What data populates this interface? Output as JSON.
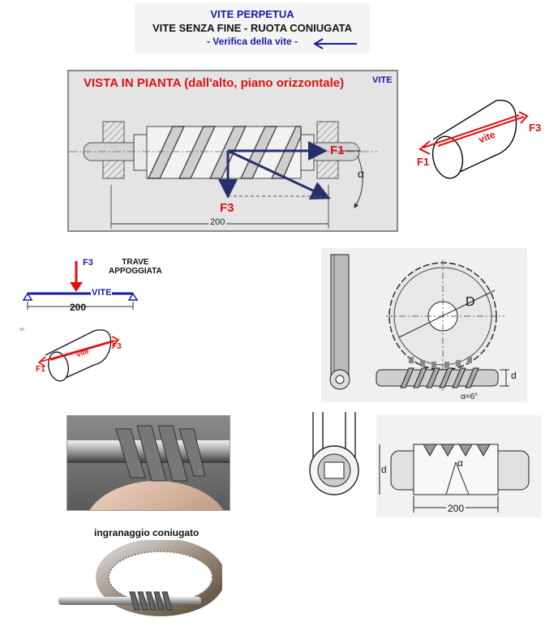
{
  "header": {
    "title": "VITE PERPETUA",
    "subtitle": "VITE SENZA FINE - RUOTA CONIUGATA",
    "verify": "- Verifica della vite -"
  },
  "plan_view": {
    "title": "VISTA IN PIANTA (dall'alto, piano orizzontale)",
    "tag": "VITE",
    "force_f1": "F1",
    "force_f3": "F3",
    "angle": "α",
    "length": "200"
  },
  "cylinder_large": {
    "label": "vite",
    "f1": "F1",
    "f3": "F3"
  },
  "beam": {
    "force": "F3",
    "title_line1": "TRAVE",
    "title_line2": "APPOGGIATA",
    "label": "VITE",
    "length": "200"
  },
  "cylinder_small": {
    "label": "vite",
    "f1": "F1",
    "f3": "F3"
  },
  "gear_drawing": {
    "diameter_big": "D",
    "diameter_small": "d",
    "angle": "α=6°"
  },
  "worm_section": {
    "diameter": "d",
    "angle": "α",
    "length": "200"
  },
  "caption": "ingranaggio coniugato",
  "colors": {
    "title_blue": "#1a1aa8",
    "force_red": "#e01010",
    "arrow_navy": "#26306a"
  }
}
